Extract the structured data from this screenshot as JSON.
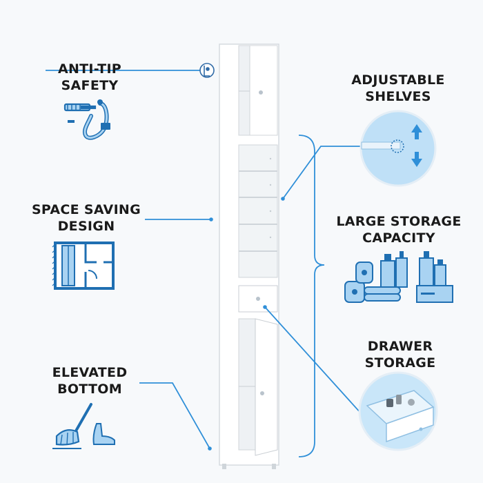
{
  "features": {
    "anti_tip": {
      "line1": "ANTI-TIP",
      "line2": "SAFETY"
    },
    "space_saving": {
      "line1": "SPACE SAVING",
      "line2": "DESIGN"
    },
    "elevated": {
      "line1": "ELEVATED",
      "line2": "BOTTOM"
    },
    "adjustable": {
      "line1": "ADJUSTABLE",
      "line2": "SHELVES"
    },
    "storage": {
      "line1": "LARGE STORAGE",
      "line2": "CAPACITY"
    },
    "drawer": {
      "line1": "DRAWER",
      "line2": "STORAGE"
    }
  },
  "colors": {
    "accent": "#2f8fd8",
    "icon_fill": "#a9d3f2",
    "icon_stroke": "#1f6fb2",
    "cabinet": "#ffffff",
    "cabinet_edge": "#d6dbe0"
  },
  "icons": [
    "bracket-icon",
    "anchor-strap-icon",
    "floor-plan-icon",
    "mop-icon",
    "foot-icon",
    "toiletries-icon"
  ]
}
